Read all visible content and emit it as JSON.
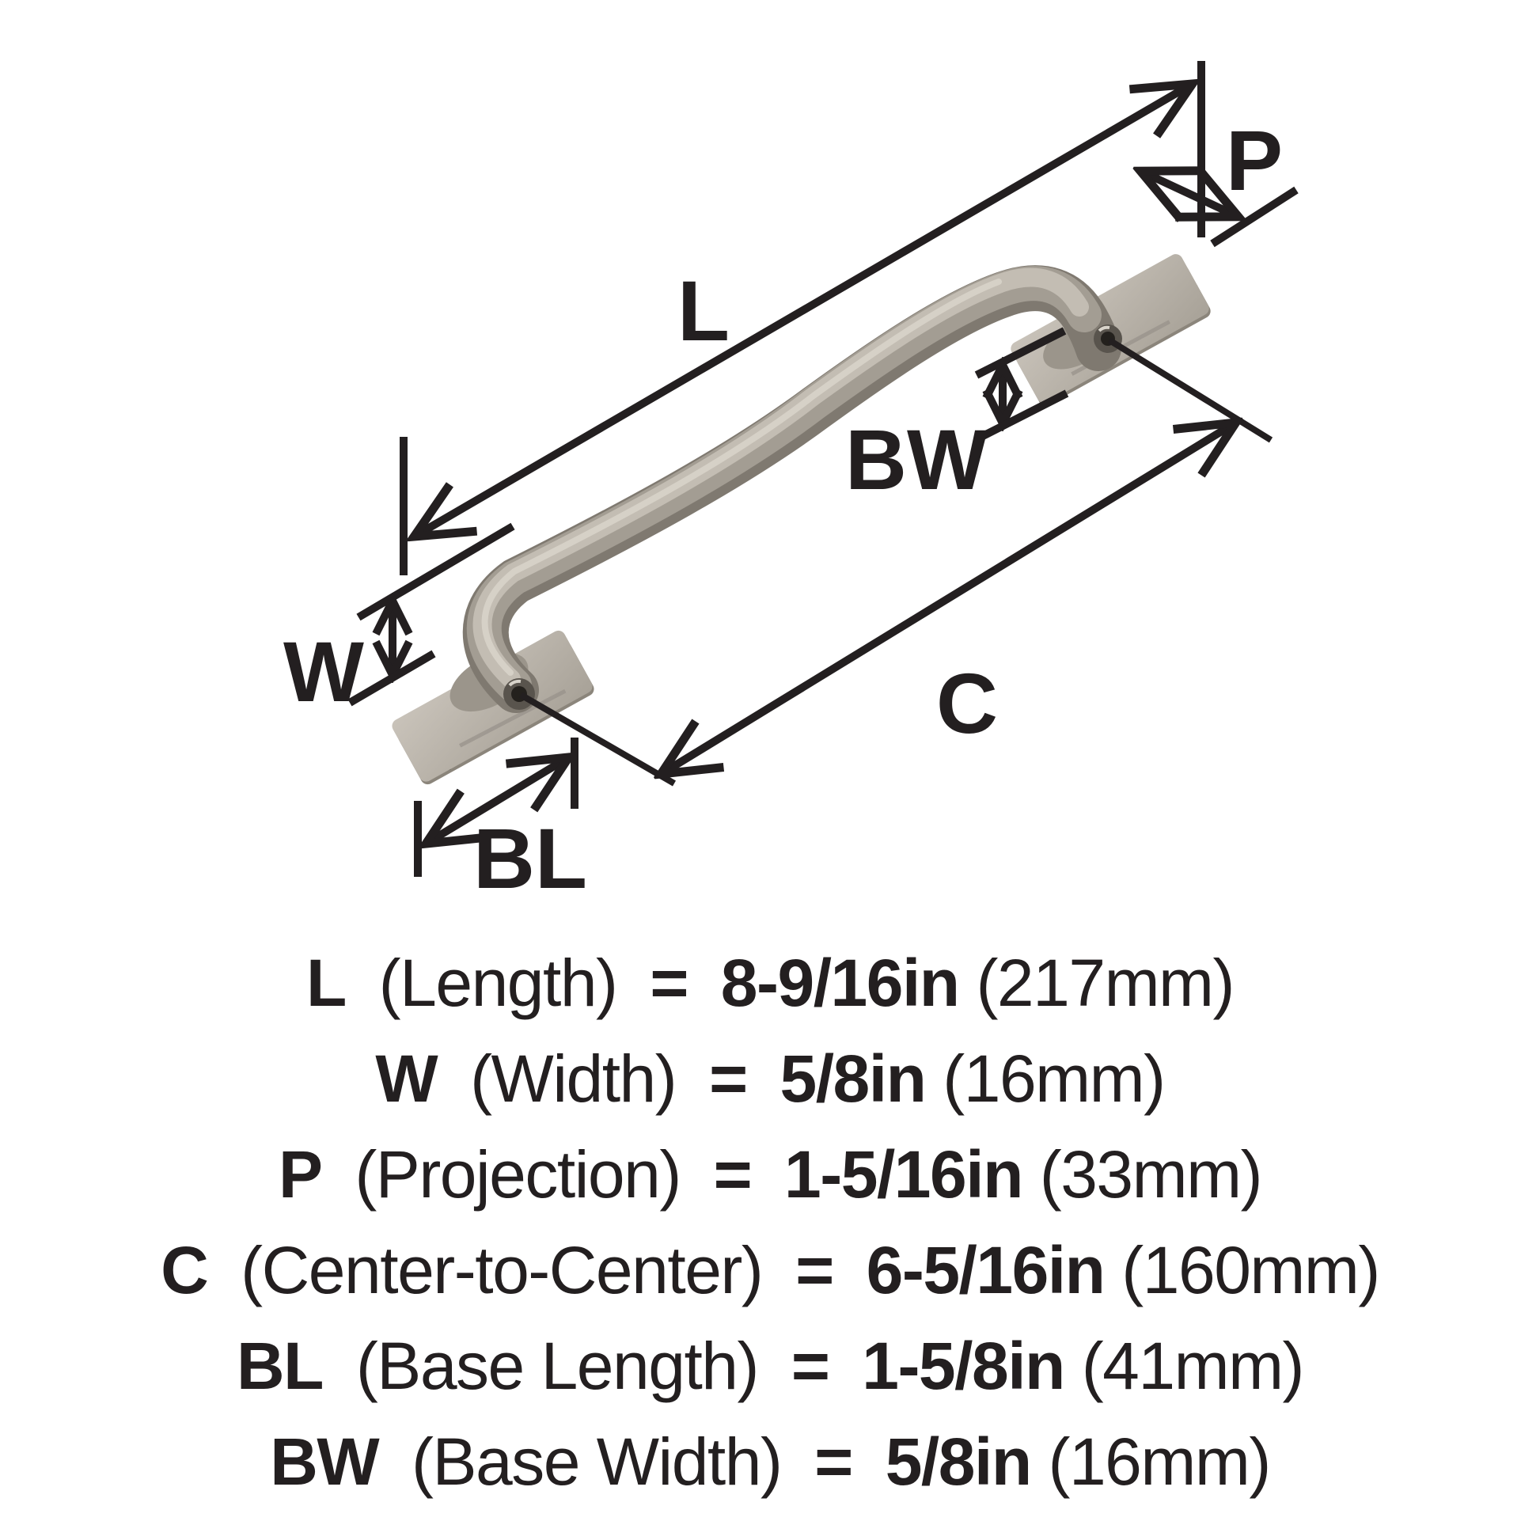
{
  "diagram": {
    "subject": "cabinet-pull-handle-dimension-diagram",
    "labels": {
      "length": "L",
      "width": "W",
      "projection": "P",
      "center_to_center": "C",
      "base_length": "BL",
      "base_width": "BW"
    },
    "colors": {
      "background": "#ffffff",
      "dimension_line": "#231f20",
      "metal_highlight": "#d8d3c9",
      "metal_light": "#c3bdb3",
      "metal_mid": "#a39d93",
      "metal_dark": "#7f7970",
      "plate_face_light": "#c6c0b7",
      "plate_face_dark": "#aaa49a",
      "plate_edge": "#8b857b"
    }
  },
  "specs": [
    {
      "symbol": "L",
      "name": "(Length)",
      "eq": "=",
      "imperial": "8-9/16in",
      "metric": "(217mm)"
    },
    {
      "symbol": "W",
      "name": "(Width)",
      "eq": "=",
      "imperial": "5/8in",
      "metric": "(16mm)"
    },
    {
      "symbol": "P",
      "name": "(Projection)",
      "eq": "=",
      "imperial": "1-5/16in",
      "metric": "(33mm)"
    },
    {
      "symbol": "C",
      "name": "(Center-to-Center)",
      "eq": "=",
      "imperial": "6-5/16in",
      "metric": "(160mm)"
    },
    {
      "symbol": "BL",
      "name": "(Base Length)",
      "eq": "=",
      "imperial": "1-5/8in",
      "metric": "(41mm)"
    },
    {
      "symbol": "BW",
      "name": "(Base Width)",
      "eq": "=",
      "imperial": "5/8in",
      "metric": "(16mm)"
    }
  ]
}
